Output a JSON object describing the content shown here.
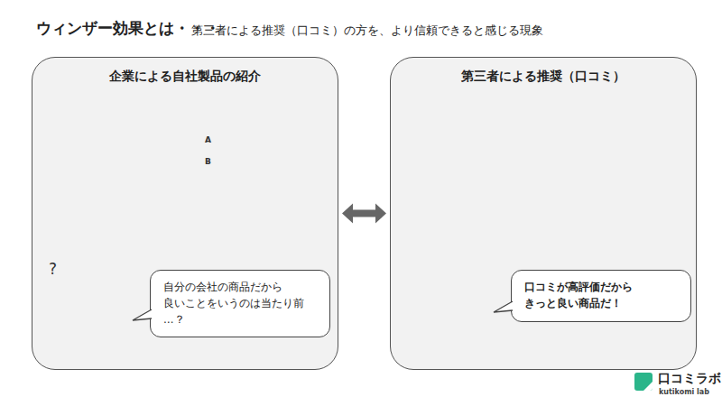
{
  "diagram": {
    "title": "ウィンザー効果とは・・・",
    "nodes": [
      {
        "text": [
          "企業による自社製品の紹介"
        ]
      },
      {
        "text": [
          "自分の会社の商品だから 良いことをいうのは当たり前 …？"
        ],
        "in": 0
      },
      {
        "text": [
          "第三者による推奨（口コミ）"
        ]
      },
      {
        "text": [
          "口コミが高評価だから きっと良い商品だ！"
        ],
        "in": 2
      }
    ],
    "edges": [
      {
        "from": 0,
        "to": 2,
        "arrow": "both"
      }
    ],
    "labels": [
      "第三者による推奨（口コミ）の方を、より信頼できると感じる現象",
      "A",
      "B",
      "?",
      "口コミラボ",
      "kutikomi lab"
    ]
  }
}
